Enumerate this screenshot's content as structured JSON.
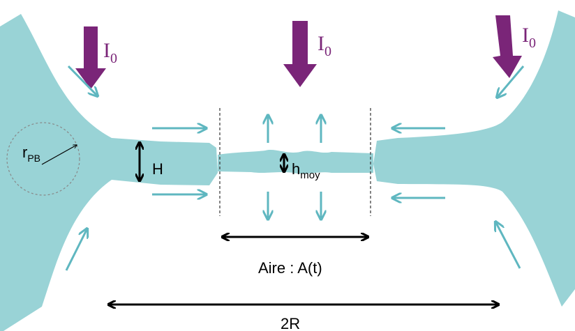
{
  "labels": {
    "intensity_left": "I",
    "intensity_left_sub": "0",
    "intensity_center": "I",
    "intensity_center_sub": "0",
    "intensity_right": "I",
    "intensity_right_sub": "0",
    "radius": "r",
    "radius_sub": "PB",
    "film_height": "H",
    "mean_thickness": "h",
    "mean_thickness_sub": "moy",
    "area": "Aire : A(t)",
    "span": "2R"
  },
  "colors": {
    "film": "#99d3d6",
    "flow_arrow": "#5fb7c0",
    "intensity_arrow": "#7a2578",
    "dimension": "#000000",
    "circle": "#888888"
  }
}
